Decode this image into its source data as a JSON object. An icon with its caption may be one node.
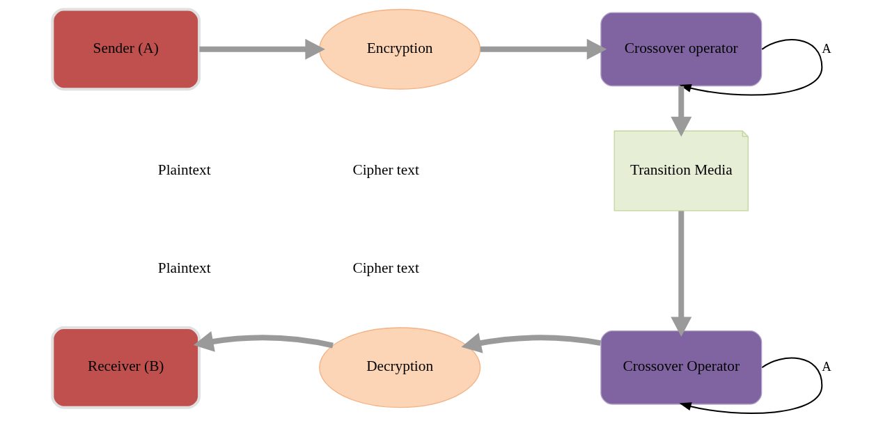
{
  "diagram": {
    "nodes": [
      {
        "text": [
          "Sender (A)"
        ]
      },
      {
        "text": [
          "Encryption"
        ]
      },
      {
        "text": [
          "Crossover operator"
        ]
      },
      {
        "text": [
          "Transition Media"
        ]
      },
      {
        "text": [
          "Crossover Operator"
        ]
      },
      {
        "text": [
          "Decryption"
        ]
      },
      {
        "text": [
          "Receiver (B)"
        ]
      }
    ],
    "edges": [
      {
        "from": 0,
        "to": 1,
        "arrow": "to"
      },
      {
        "from": 1,
        "to": 2,
        "arrow": "to"
      },
      {
        "from": 2,
        "to": 2,
        "arrow": "to",
        "label": "A",
        "color": "#000000"
      },
      {
        "from": 2,
        "to": 3,
        "arrow": "to"
      },
      {
        "from": 3,
        "to": 4,
        "arrow": "to"
      },
      {
        "from": 4,
        "to": 4,
        "arrow": "to",
        "label": "A",
        "color": "#000000"
      },
      {
        "from": 4,
        "to": 5,
        "arrow": "to"
      },
      {
        "from": 5,
        "to": 6,
        "arrow": "to"
      }
    ],
    "labels": [
      "Plaintext",
      "Cipher text",
      "Plaintext",
      "Cipher text"
    ]
  }
}
